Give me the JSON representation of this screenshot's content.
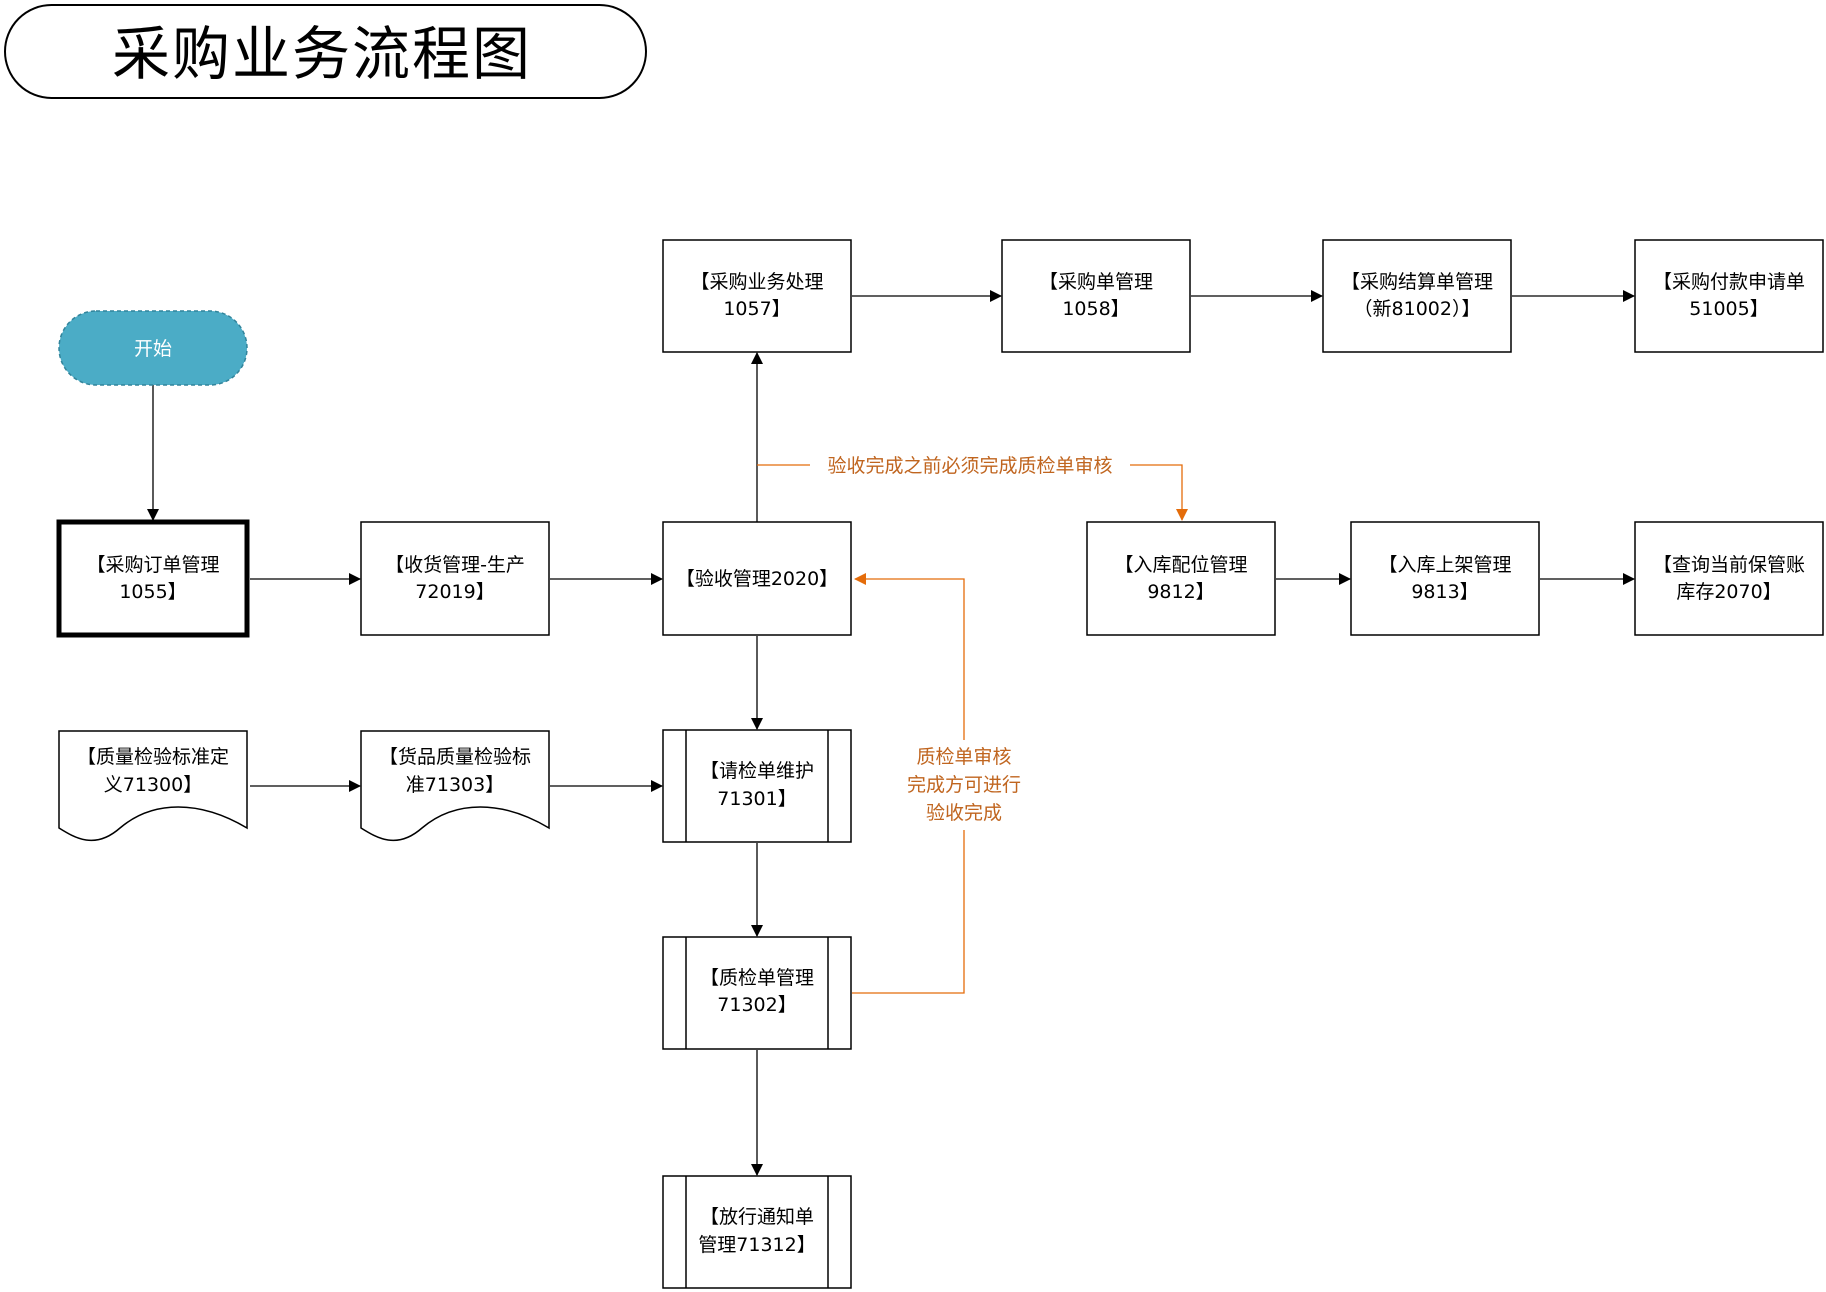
{
  "title": "采购业务流程图",
  "colors": {
    "start_fill": "#4bacc6",
    "start_stroke": "#31849b",
    "orange": "#e46c0a",
    "orange_text": "#c0651f",
    "line": "#000000"
  },
  "nodes": {
    "start": [
      "开始"
    ],
    "po_mgmt": [
      "【采购订单管理",
      "1055】"
    ],
    "receiving": [
      "【收货管理-生产",
      "72019】"
    ],
    "acceptance": [
      "【验收管理2020】"
    ],
    "purchase_biz": [
      "【采购业务处理",
      "1057】"
    ],
    "purchase_order": [
      "【采购单管理",
      "1058】"
    ],
    "settlement": [
      "【采购结算单管理",
      "（新81002）】"
    ],
    "payment_request": [
      "【采购付款申请单",
      "51005】"
    ],
    "putaway_alloc": [
      "【入库配位管理",
      "9812】"
    ],
    "shelving": [
      "【入库上架管理",
      "9813】"
    ],
    "inventory_query": [
      "【查询当前保管账",
      "库存2070】"
    ],
    "qc_standard_def": [
      "【质量检验标准定",
      "义71300】"
    ],
    "goods_qc_standard": [
      "【货品质量检验标",
      "准71303】"
    ],
    "inspection_request": [
      "【请检单维护",
      "71301】"
    ],
    "qc_order_mgmt": [
      "【质检单管理",
      "71302】"
    ],
    "release_notice": [
      "【放行通知单",
      "管理71312】"
    ]
  },
  "annotations": {
    "before_acceptance": "验收完成之前必须完成质检单审核",
    "qc_complete": [
      "质检单审核",
      "完成方可进行",
      "验收完成"
    ]
  }
}
